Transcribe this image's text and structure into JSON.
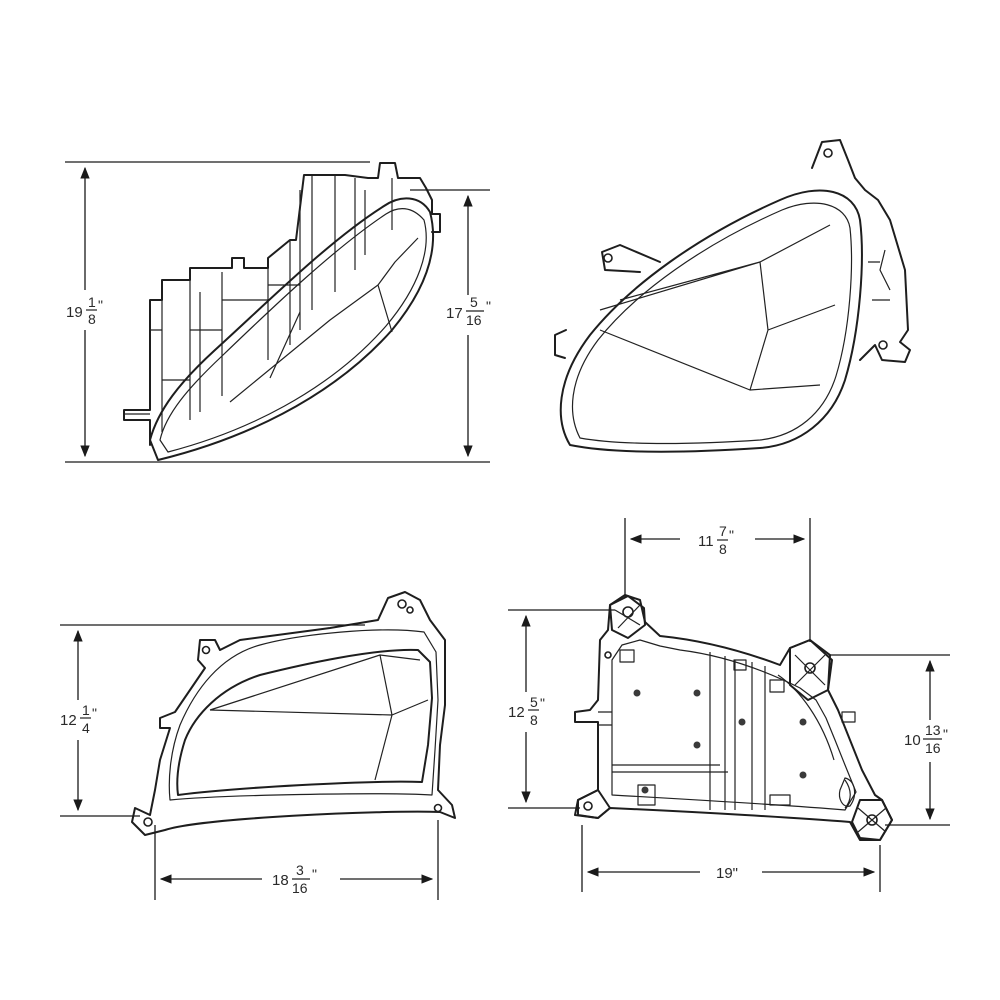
{
  "views": {
    "side": {
      "height_total": {
        "whole": "19",
        "num": "1",
        "den": "8",
        "unit": "\""
      },
      "height_lens": {
        "whole": "17",
        "num": "5",
        "den": "16",
        "unit": "\""
      }
    },
    "isometric": {},
    "front": {
      "height": {
        "whole": "12",
        "num": "1",
        "den": "4",
        "unit": "\""
      },
      "width": {
        "whole": "18",
        "num": "3",
        "den": "16",
        "unit": "\""
      }
    },
    "rear": {
      "top_width": {
        "whole": "11",
        "num": "7",
        "den": "8",
        "unit": "\""
      },
      "left_height": {
        "whole": "12",
        "num": "5",
        "den": "8",
        "unit": "\""
      },
      "right_height": {
        "whole": "10",
        "num": "13",
        "den": "16",
        "unit": "\""
      },
      "width": {
        "text": "19\""
      }
    }
  }
}
